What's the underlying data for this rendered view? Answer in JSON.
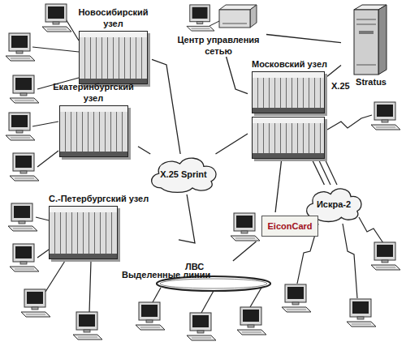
{
  "diagram": {
    "nodes": [
      {
        "text": [
          "Новосибирский узел"
        ]
      },
      {
        "text": [
          "Центр управления сетью"
        ]
      },
      {
        "text": [
          "Stratus"
        ]
      },
      {
        "text": [
          "Московский узел"
        ]
      },
      {
        "text": [
          "Екатеринбургский узел"
        ]
      },
      {
        "text": [
          "X.25 Sprint"
        ]
      },
      {
        "text": [
          "С.-Петербургский узел"
        ]
      },
      {
        "text": [
          "Искра-2"
        ]
      },
      {
        "text": [
          "EiconCard"
        ]
      },
      {
        "text": [
          "ЛВС"
        ]
      }
    ],
    "edges": [
      {
        "from": 0,
        "to": 5,
        "arrow": "none"
      },
      {
        "from": 4,
        "to": 5,
        "arrow": "none"
      },
      {
        "from": 6,
        "to": 5,
        "arrow": "none"
      },
      {
        "from": 5,
        "to": 3,
        "arrow": "none"
      },
      {
        "from": 1,
        "to": 2,
        "arrow": "none"
      },
      {
        "from": 1,
        "to": 3,
        "arrow": "none"
      },
      {
        "from": 3,
        "to": 2,
        "label": "X.25",
        "arrow": "none"
      },
      {
        "from": 3,
        "to": 7,
        "arrow": "none"
      },
      {
        "from": 3,
        "to": 8,
        "arrow": "none"
      },
      {
        "from": 8,
        "to": 9,
        "arrow": "none"
      }
    ],
    "labels": [
      "Выделенные линии"
    ]
  }
}
